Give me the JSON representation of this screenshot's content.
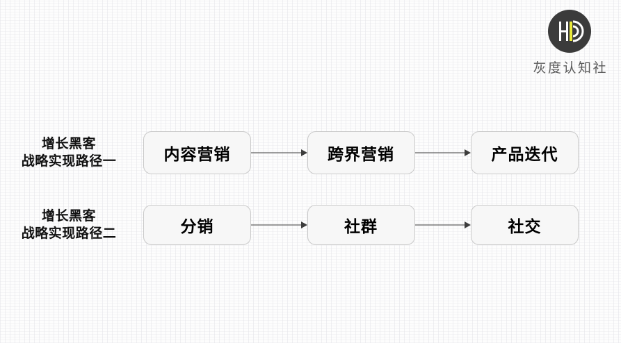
{
  "brand": {
    "name": "灰度认知社",
    "logo_icon": "hd-circle-logo-icon",
    "colors": {
      "circle": "#3b3b3b",
      "accent_bar": "#e9e93a",
      "mark_stroke": "#ffffff"
    }
  },
  "diagram": {
    "node_fill": "#f7f7f7",
    "node_border": "#c9c9c9",
    "arrow_color": "#3c3c3c",
    "rows": [
      {
        "label_line1": "增长黑客",
        "label_line2": "战略实现路径一",
        "nodes": [
          "内容营销",
          "跨界营销",
          "产品迭代"
        ]
      },
      {
        "label_line1": "增长黑客",
        "label_line2": "战略实现路径二",
        "nodes": [
          "分销",
          "社群",
          "社交"
        ]
      }
    ]
  }
}
